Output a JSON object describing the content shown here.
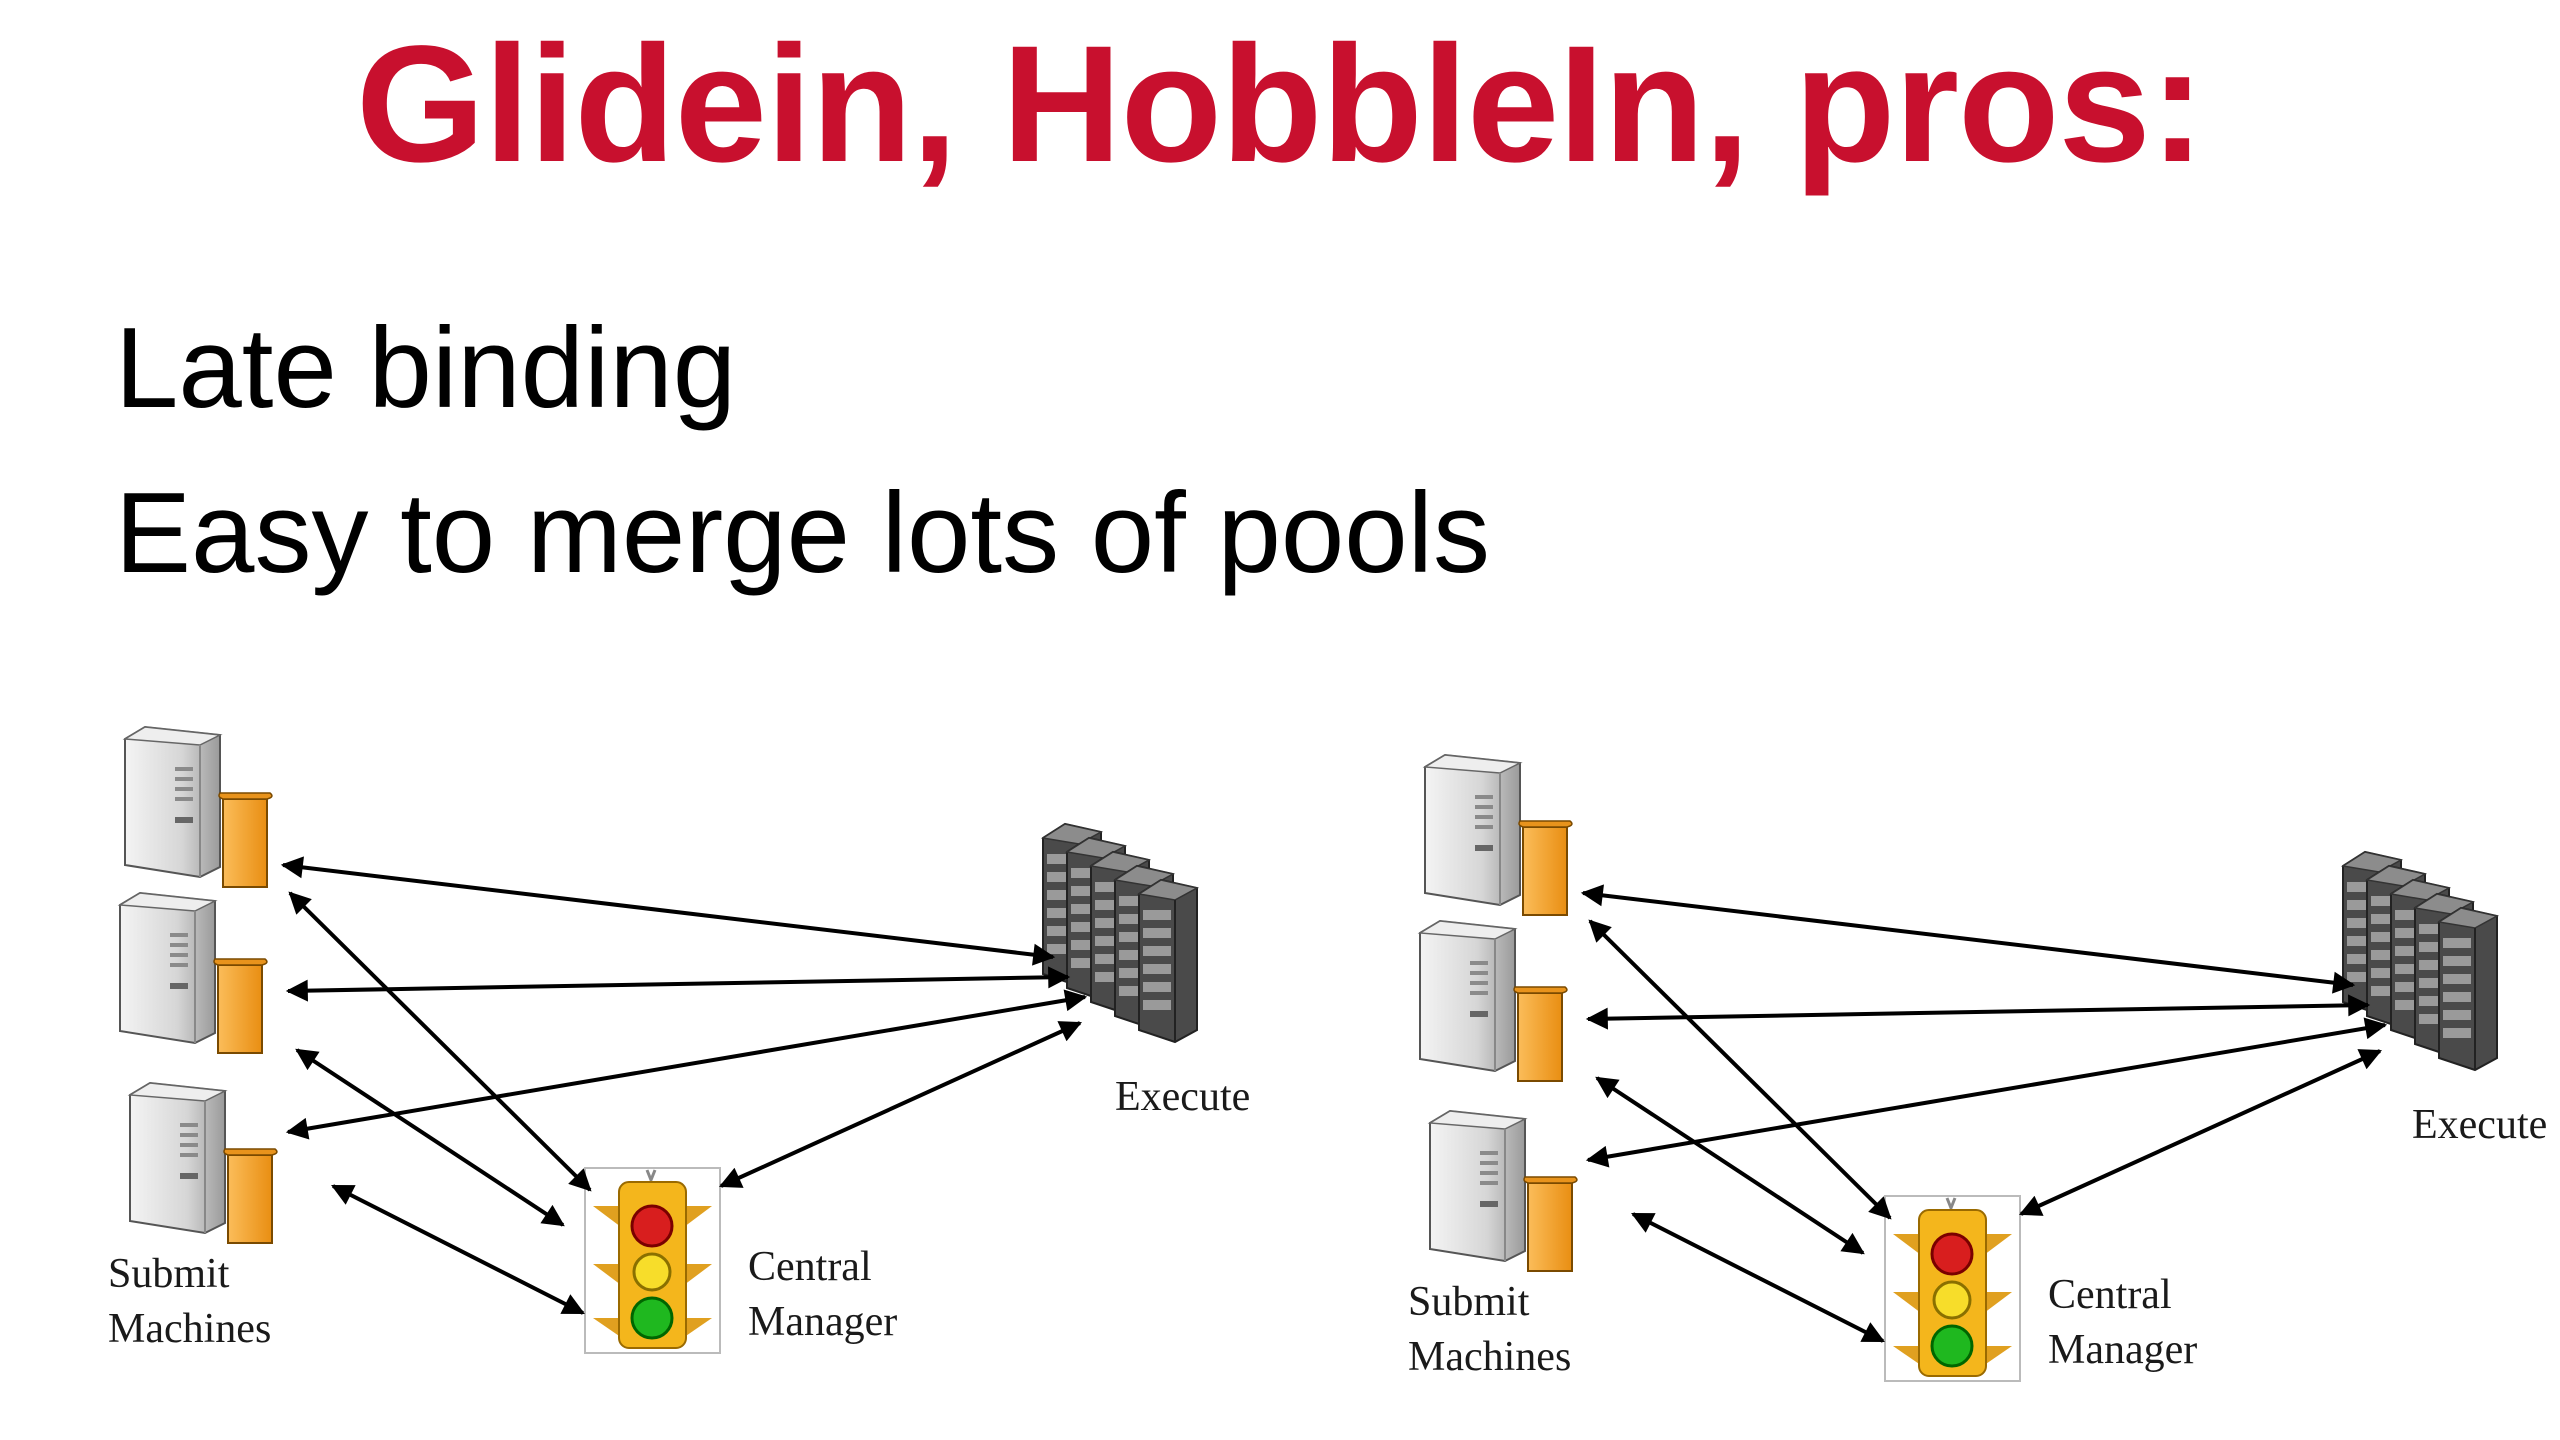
{
  "slide": {
    "title": "Glidein, HobbleIn, pros:",
    "bullets": [
      "Late binding",
      "Easy to merge lots of pools"
    ]
  },
  "diagrams": [
    {
      "submit_label_1": "Submit",
      "submit_label_2": "Machines",
      "central_label_1": "Central",
      "central_label_2": "Manager",
      "execute_label": "Execute"
    },
    {
      "submit_label_1": "Submit",
      "submit_label_2": "Machines",
      "central_label_1": "Central",
      "central_label_2": "Manager",
      "execute_label": "Execute"
    }
  ],
  "colors": {
    "title": "#c8102e",
    "queue": "#f5a02a",
    "server": "#d9d9d9",
    "cluster": "#3a3a3a"
  }
}
